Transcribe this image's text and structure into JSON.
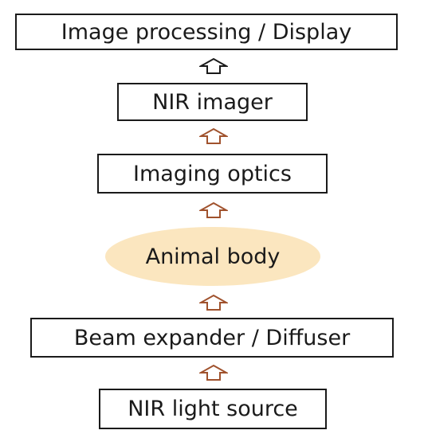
{
  "diagram": {
    "stages": {
      "display": "Image processing / Display",
      "imager": "NIR imager",
      "optics": "Imaging optics",
      "body": "Animal body",
      "expander": "Beam expander / Diffuser",
      "source": "NIR light source"
    },
    "colors": {
      "box_border": "#1a1a1a",
      "ellipse_fill": "#fbe6bf",
      "arrow_top": "#1a1a1a",
      "arrow_other": "#a0522d"
    }
  }
}
